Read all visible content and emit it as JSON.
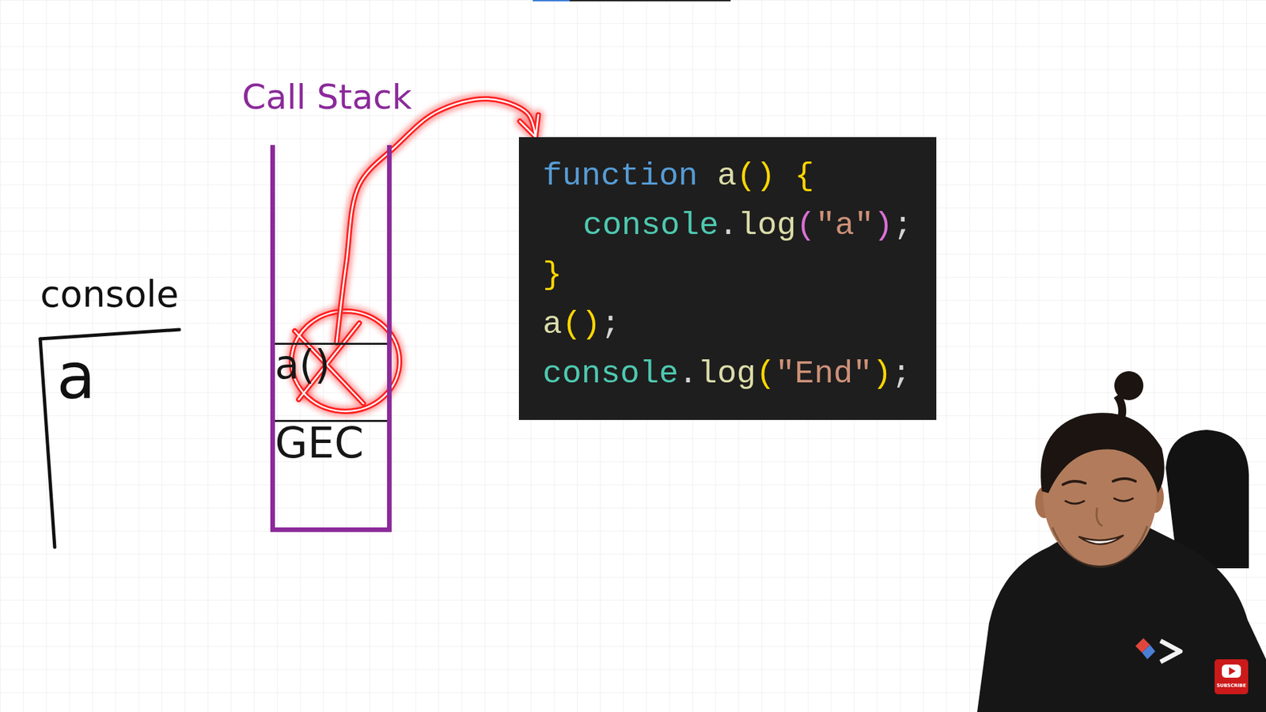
{
  "diagram": {
    "nodes": [
      {
        "text": [
          "Call Stack"
        ]
      },
      {
        "text": [
          "a()"
        ],
        "in": 0
      },
      {
        "text": [
          "GEC"
        ],
        "in": 0
      },
      {
        "text": [
          "function a() {",
          "console.log(\"a\");",
          "}",
          "a();",
          "console.log(\"End\");"
        ]
      },
      {
        "text": [
          "console",
          "a"
        ]
      }
    ],
    "edges": [
      {
        "from": 1,
        "to": 3,
        "arrow": "to"
      }
    ],
    "labels": [
      "SUBSCRIBE"
    ]
  }
}
